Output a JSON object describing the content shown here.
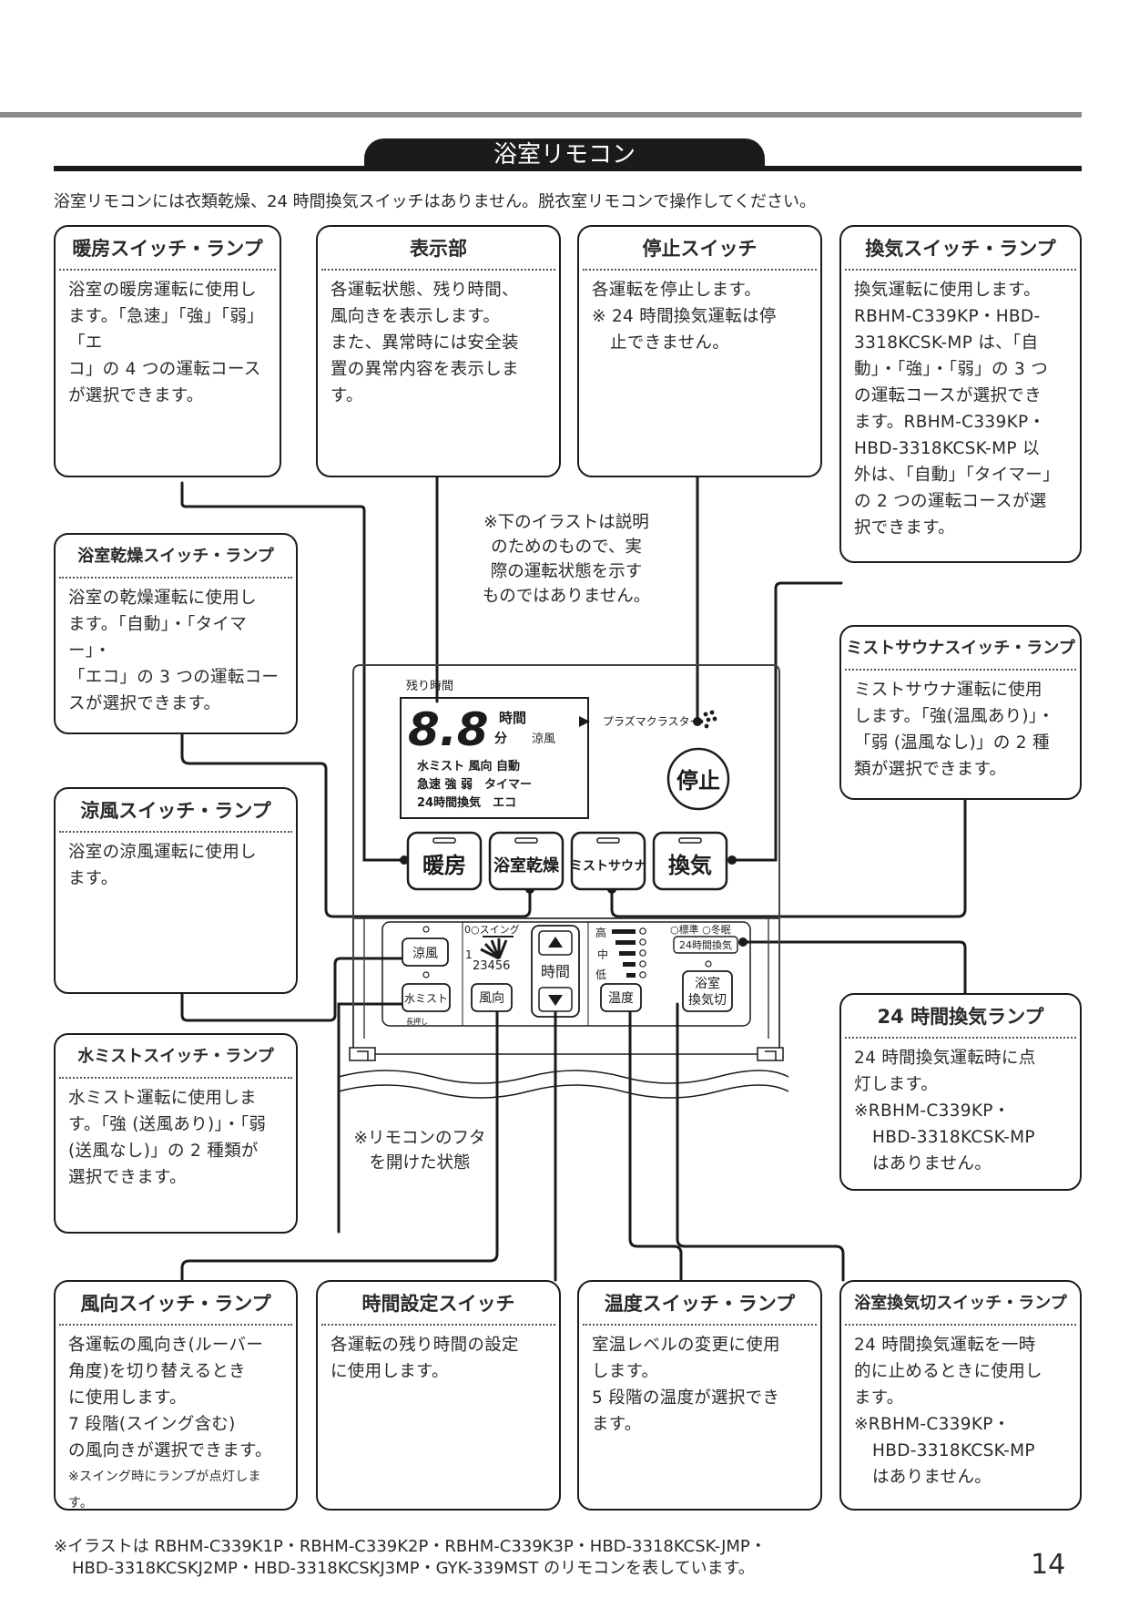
{
  "section_title": "浴室リモコン",
  "intro": "浴室リモコンには衣類乾燥、24 時間換気スイッチはありません。脱衣室リモコンで操作してください。",
  "boxes": {
    "danbo": {
      "title": "暖房スイッチ・ランプ",
      "lines": [
        "浴室の暖房運転に使用し",
        "ます。「急速」「強」「弱」「エ",
        "コ」の 4 つの運転コース",
        "が選択できます。"
      ]
    },
    "hyoji": {
      "title": "表示部",
      "lines": [
        "各運転状態、残り時間、",
        "風向きを表示します。",
        "また、異常時には安全装",
        "置の異常内容を表示しま",
        "す。"
      ]
    },
    "teishi": {
      "title": "停止スイッチ",
      "lines": [
        "各運転を停止します。",
        "※ 24 時間換気運転は停",
        "止できません。"
      ]
    },
    "kanki": {
      "title": "換気スイッチ・ランプ",
      "lines": [
        "換気運転に使用します。",
        "RBHM-C339KP・HBD-",
        "3318KCSK-MP は、「自",
        "動」・「強」・「弱」の 3 つ",
        "の運転コースが選択でき",
        "ます。RBHM-C339KP・",
        "HBD-3318KCSK-MP 以",
        "外は、「自動」「タイマー」",
        "の 2 つの運転コースが選",
        "択できます。"
      ]
    },
    "kanso": {
      "title": "浴室乾燥スイッチ・ランプ",
      "lines": [
        "浴室の乾燥運転に使用し",
        "ます。「自動」・「タイマー」・",
        "「エコ」の 3 つの運転コー",
        "スが選択できます。"
      ]
    },
    "mist_sauna": {
      "title": "ミストサウナスイッチ・ランプ",
      "lines": [
        "ミストサウナ運転に使用",
        "します。「強(温風あり)」・",
        "「弱 (温風なし)」の 2 種",
        "類が選択できます。"
      ]
    },
    "ryofu": {
      "title": "涼風スイッチ・ランプ",
      "lines": [
        "浴室の涼風運転に使用し",
        "ます。"
      ]
    },
    "kanki24": {
      "title": "24 時間換気ランプ",
      "lines": [
        "24 時間換気運転時に点",
        "灯します。",
        "※RBHM-C339KP・",
        "HBD-3318KCSK-MP",
        "はありません。"
      ]
    },
    "mizu_mist": {
      "title": "水ミストスイッチ・ランプ",
      "lines": [
        "水ミスト運転に使用しま",
        "す。「強 (送風あり)」・「弱",
        "(送風なし)」の 2 種類が",
        "選択できます。"
      ]
    },
    "fuko": {
      "title": "風向スイッチ・ランプ",
      "lines": [
        "各運転の風向き(ルーバー",
        "角度)を切り替えるとき",
        "に使用します。",
        "7 段階(スイング含む)",
        "の風向きが選択できます。"
      ],
      "small": "※スイング時にランプが点灯します。"
    },
    "jikan": {
      "title": "時間設定スイッチ",
      "lines": [
        "各運転の残り時間の設定",
        "に使用します。"
      ]
    },
    "ondo": {
      "title": "温度スイッチ・ランプ",
      "lines": [
        "室温レベルの変更に使用",
        "します。",
        "5 段階の温度が選択でき",
        "ます。"
      ]
    },
    "kanki_kiri": {
      "title": "浴室換気切スイッチ・ランプ",
      "lines": [
        "24 時間換気運転を一時",
        "的に止めるときに使用し",
        "ます。",
        "※RBHM-C339KP・",
        "HBD-3318KCSK-MP",
        "はありません。"
      ]
    }
  },
  "notes": {
    "illust": [
      "※下のイラストは説明",
      "のためのもので、実",
      "際の運転状態を示す",
      "ものではありません。"
    ],
    "lid": [
      "※リモコンのフタ",
      "を開けた状態"
    ]
  },
  "remote": {
    "zan_jikan": "残り時間",
    "digits": "8.8",
    "jikan": "時間",
    "fun": "分",
    "ryofu_ind": "涼風",
    "plasma": "プラズマクラスター",
    "row1": "水ミスト 風向 自動",
    "row2": "急速 強 弱　タイマー",
    "row3": "24時間換気　エコ",
    "stop": "停止",
    "btn_danbo": "暖房",
    "btn_kanso": "浴室乾燥",
    "btn_mist": "ミストサウナ",
    "btn_kanki": "換気",
    "btn_ryofu": "涼風",
    "btn_mizumist": "水ミスト",
    "nagaoshi": "長押し",
    "swing": "0○スイング",
    "nums_a": "1",
    "nums_b": "23456",
    "btn_jikan": "時間",
    "btn_fuko": "風向",
    "lv_high": "高",
    "lv_mid": "中",
    "lv_low": "低",
    "btn_ondo": "温度",
    "std_winter": "○標準 ○冬眠",
    "kanki24_btn": "24時間換気",
    "btn_kiri1": "浴室",
    "btn_kiri2": "換気切"
  },
  "footer": [
    "※イラストは RBHM-C339K1P・RBHM-C339K2P・RBHM-C339K3P・HBD-3318KCSK-JMP・",
    "HBD-3318KCSKJ2MP・HBD-3318KCSKJ3MP・GYK-339MST のリモコンを表しています。"
  ],
  "page_number": "14"
}
